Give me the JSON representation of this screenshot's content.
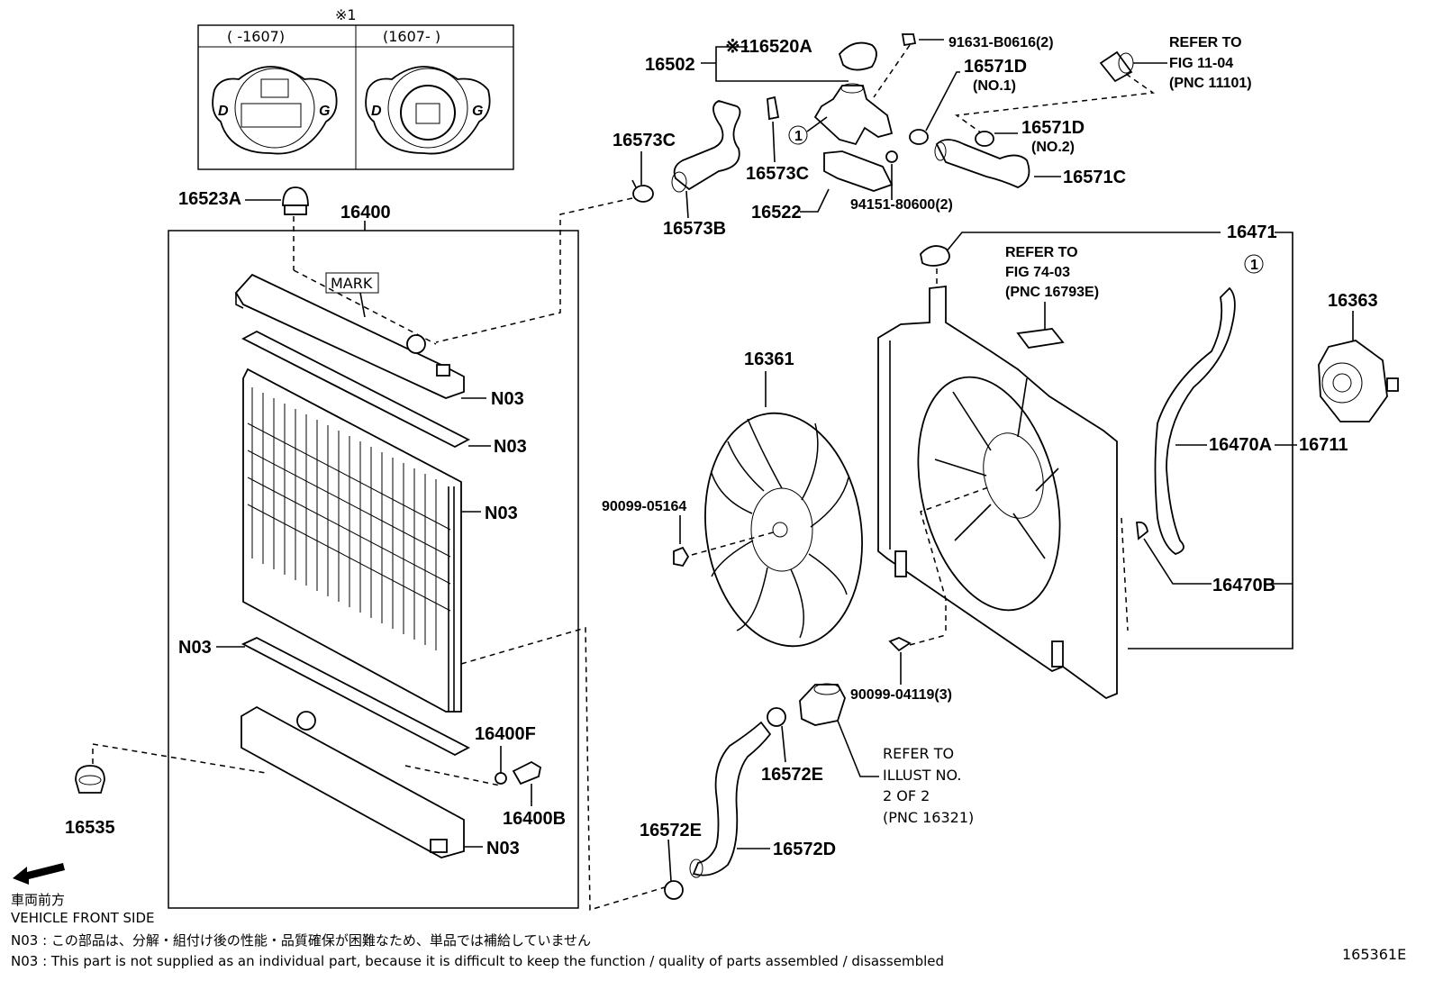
{
  "inset": {
    "marker": "※1",
    "col_left": "(      -1607)",
    "col_right": "(1607-        )"
  },
  "labels": {
    "p16523A": "16523A",
    "p16400": "16400",
    "mark": "MARK",
    "n03a": "N03",
    "n03b": "N03",
    "n03c": "N03",
    "n03d": "N03",
    "n03e": "N03",
    "p16400F": "16400F",
    "p16400B": "16400B",
    "p16535": "16535",
    "p16502": "16502",
    "p16520A": "※116520A",
    "p91631": "91631-B0616(2)",
    "refer1_line1": "REFER TO",
    "refer1_line2": "FIG 11-04",
    "refer1_line3": "(PNC 11101)",
    "p16571D_1": "16571D",
    "no1": "(NO.1)",
    "p16571D_2": "16571D",
    "no2": "(NO.2)",
    "p16571C": "16571C",
    "p16573C_1": "16573C",
    "p16573C_2": "16573C",
    "p16573B": "16573B",
    "p16522": "16522",
    "p94151": "94151-80600(2)",
    "p16471": "16471",
    "refer2_line1": "REFER TO",
    "refer2_line2": "FIG 74-03",
    "refer2_line3": "(PNC 16793E)",
    "p16363": "16363",
    "p16361": "16361",
    "p90099_05164": "90099-05164",
    "p16470A": "16470A",
    "p16711": "16711",
    "p16470B": "16470B",
    "p90099_04119": "90099-04119(3)",
    "p16572E_1": "16572E",
    "p16572E_2": "16572E",
    "p16572D": "16572D",
    "refer3_line1": "REFER TO",
    "refer3_line2": "ILLUST NO.",
    "refer3_line3": "2 OF 2",
    "refer3_line4": "(PNC 16321)",
    "circle_ref": "1"
  },
  "footer": {
    "front_jp": "車両前方",
    "front_en": "VEHICLE FRONT SIDE",
    "note_jp": "N03 : この部品は、分解・組付け後の性能・品質確保が困難なため、単品では補給していません",
    "note_en": "N03 : This part is not supplied as an individual part, because it is difficult to keep the function / quality of parts assembled / disassembled",
    "figure_code": "165361E"
  }
}
